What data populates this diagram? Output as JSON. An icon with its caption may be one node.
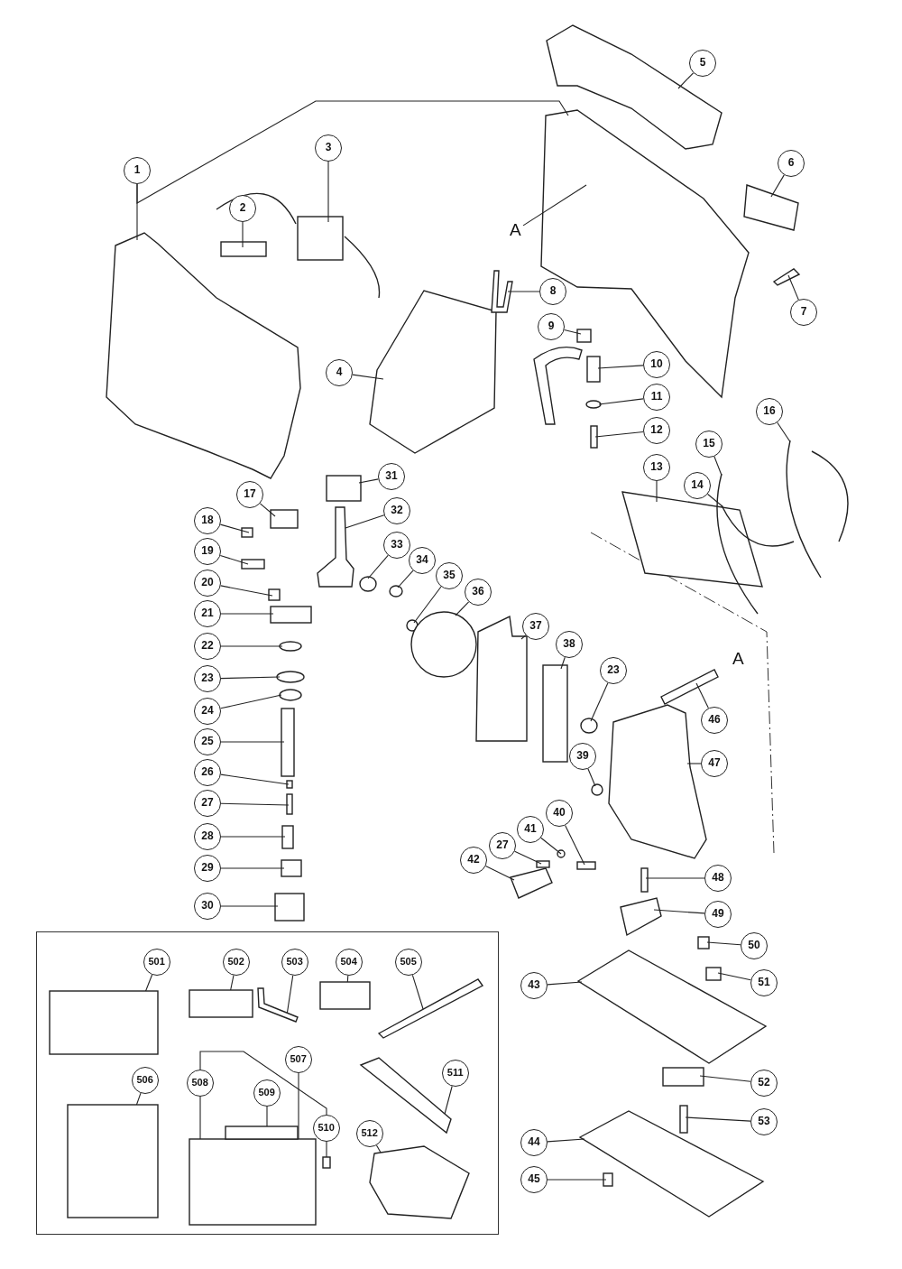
{
  "diagram": {
    "nodes": [
      {
        "text": [
          "1"
        ]
      },
      {
        "text": [
          "2"
        ]
      },
      {
        "text": [
          "3"
        ]
      },
      {
        "text": [
          "4"
        ]
      },
      {
        "text": [
          "5"
        ]
      },
      {
        "text": [
          "6"
        ]
      },
      {
        "text": [
          "A"
        ]
      },
      {
        "text": [
          "7"
        ]
      },
      {
        "text": [
          "8"
        ]
      },
      {
        "text": [
          "9"
        ]
      },
      {
        "text": [
          "10"
        ]
      },
      {
        "text": [
          "11"
        ]
      },
      {
        "text": [
          "12"
        ]
      },
      {
        "text": [
          "16"
        ]
      },
      {
        "text": [
          "15"
        ]
      },
      {
        "text": [
          "14"
        ]
      },
      {
        "text": [
          "13"
        ]
      },
      {
        "text": [
          "31"
        ]
      },
      {
        "text": [
          "17"
        ]
      },
      {
        "text": [
          "18"
        ]
      },
      {
        "text": [
          "32"
        ]
      },
      {
        "text": [
          "19"
        ]
      },
      {
        "text": [
          "33"
        ]
      },
      {
        "text": [
          "20"
        ]
      },
      {
        "text": [
          "34"
        ]
      },
      {
        "text": [
          "21"
        ]
      },
      {
        "text": [
          "35"
        ]
      },
      {
        "text": [
          "36"
        ]
      },
      {
        "text": [
          "22"
        ]
      },
      {
        "text": [
          "37"
        ]
      },
      {
        "text": [
          "38"
        ]
      },
      {
        "text": [
          "23"
        ]
      },
      {
        "text": [
          "23"
        ]
      },
      {
        "text": [
          "24"
        ]
      },
      {
        "text": [
          "46"
        ]
      },
      {
        "text": [
          "25"
        ]
      },
      {
        "text": [
          "39"
        ]
      },
      {
        "text": [
          "47"
        ]
      },
      {
        "text": [
          "26"
        ]
      },
      {
        "text": [
          "27"
        ]
      },
      {
        "text": [
          "40"
        ]
      },
      {
        "text": [
          "41"
        ]
      },
      {
        "text": [
          "27"
        ]
      },
      {
        "text": [
          "42"
        ]
      },
      {
        "text": [
          "28"
        ]
      },
      {
        "text": [
          "48"
        ]
      },
      {
        "text": [
          "29"
        ]
      },
      {
        "text": [
          "49"
        ]
      },
      {
        "text": [
          "30"
        ]
      },
      {
        "text": [
          "50"
        ]
      },
      {
        "text": [],
        "shape": "box"
      },
      {
        "text": [
          "43"
        ]
      },
      {
        "text": [
          "51"
        ]
      },
      {
        "text": [
          "52"
        ]
      },
      {
        "text": [
          "53"
        ]
      },
      {
        "text": [
          "44"
        ]
      },
      {
        "text": [
          "45"
        ]
      },
      {
        "text": [
          "501"
        ],
        "in": 50
      },
      {
        "text": [
          "502"
        ],
        "in": 50
      },
      {
        "text": [
          "503"
        ],
        "in": 50
      },
      {
        "text": [
          "504"
        ],
        "in": 50
      },
      {
        "text": [
          "505"
        ],
        "in": 50
      },
      {
        "text": [
          "507"
        ],
        "in": 50
      },
      {
        "text": [
          "506"
        ],
        "in": 50
      },
      {
        "text": [
          "508"
        ],
        "in": 50
      },
      {
        "text": [
          "509"
        ],
        "in": 50
      },
      {
        "text": [
          "511"
        ],
        "in": 50
      },
      {
        "text": [
          "510"
        ],
        "in": 50
      },
      {
        "text": [
          "512"
        ],
        "in": 50
      },
      {
        "text": [],
        "shape": "picture"
      },
      {
        "text": [],
        "shape": "box"
      },
      {
        "text": [],
        "shape": "box"
      },
      {
        "text": [],
        "shape": "picture"
      },
      {
        "text": [],
        "shape": "picture"
      },
      {
        "text": [],
        "shape": "picture"
      },
      {
        "text": [],
        "shape": "picture"
      },
      {
        "text": [],
        "shape": "picture"
      },
      {
        "text": [],
        "shape": "picture"
      },
      {
        "text": [],
        "shape": "box"
      },
      {
        "text": [],
        "shape": "box"
      },
      {
        "text": [],
        "shape": "circle"
      },
      {
        "text": [],
        "shape": "box"
      },
      {
        "text": [],
        "shape": "picture"
      },
      {
        "text": [],
        "shape": "picture"
      },
      {
        "text": [],
        "shape": "picture"
      },
      {
        "text": [],
        "shape": "picture"
      },
      {
        "text": [],
        "shape": "box"
      },
      {
        "text": [],
        "shape": "box"
      },
      {
        "text": [],
        "shape": "box"
      },
      {
        "text": [],
        "shape": "picture"
      },
      {
        "text": [],
        "shape": "box"
      },
      {
        "text": [],
        "shape": "circle"
      },
      {
        "text": [],
        "shape": "box"
      },
      {
        "text": [],
        "shape": "circle"
      },
      {
        "text": [],
        "shape": "box"
      },
      {
        "text": [],
        "shape": "circle"
      },
      {
        "text": [],
        "shape": "circle"
      },
      {
        "text": [],
        "shape": "circle"
      },
      {
        "text": [],
        "shape": "picture"
      },
      {
        "text": [],
        "shape": "box"
      },
      {
        "text": [],
        "shape": "circle"
      },
      {
        "text": [],
        "shape": "circle"
      },
      {
        "text": [],
        "shape": "circle"
      },
      {
        "text": [],
        "shape": "picture"
      },
      {
        "text": [],
        "shape": "box"
      },
      {
        "text": [],
        "shape": "circle"
      },
      {
        "text": [],
        "shape": "picture"
      },
      {
        "text": [],
        "shape": "box"
      },
      {
        "text": [],
        "shape": "box"
      },
      {
        "text": [],
        "shape": "box"
      },
      {
        "text": [],
        "shape": "circle"
      },
      {
        "text": [],
        "shape": "box"
      },
      {
        "text": [],
        "shape": "picture"
      },
      {
        "text": [],
        "shape": "box"
      },
      {
        "text": [],
        "shape": "box"
      },
      {
        "text": [],
        "shape": "box"
      },
      {
        "text": [],
        "shape": "picture"
      },
      {
        "text": [],
        "shape": "box"
      },
      {
        "text": [],
        "shape": "box"
      },
      {
        "text": [],
        "shape": "picture"
      },
      {
        "text": [],
        "shape": "box"
      },
      {
        "text": [],
        "shape": "box"
      },
      {
        "text": [],
        "shape": "box"
      },
      {
        "text": [],
        "shape": "picture"
      },
      {
        "text": [],
        "shape": "box"
      },
      {
        "text": [],
        "shape": "box",
        "in": 50
      },
      {
        "text": [],
        "shape": "box",
        "in": 50
      },
      {
        "text": [],
        "shape": "picture",
        "in": 50
      },
      {
        "text": [],
        "shape": "box",
        "in": 50
      },
      {
        "text": [],
        "shape": "picture",
        "in": 50
      },
      {
        "text": [],
        "shape": "box",
        "in": 50
      },
      {
        "text": [],
        "shape": "box",
        "in": 50
      },
      {
        "text": [],
        "shape": "box",
        "in": 50
      },
      {
        "text": [],
        "shape": "picture",
        "in": 50
      },
      {
        "text": [],
        "shape": "box",
        "in": 50
      },
      {
        "text": [],
        "shape": "picture",
        "in": 50
      }
    ],
    "edges": [
      {
        "from": 0,
        "to": 69,
        "arrow": "none"
      },
      {
        "from": 1,
        "to": 70,
        "arrow": "none"
      },
      {
        "from": 2,
        "to": 71,
        "arrow": "none"
      },
      {
        "from": 3,
        "to": 72,
        "arrow": "none"
      },
      {
        "from": 4,
        "to": 73,
        "arrow": "none"
      },
      {
        "from": 5,
        "to": 74,
        "arrow": "none"
      },
      {
        "from": 6,
        "to": 75,
        "arrow": "none"
      },
      {
        "from": 7,
        "to": 76,
        "arrow": "none"
      },
      {
        "from": 8,
        "to": 77,
        "arrow": "none"
      },
      {
        "from": 9,
        "to": 78,
        "arrow": "none"
      },
      {
        "from": 10,
        "to": 79,
        "arrow": "none"
      },
      {
        "from": 11,
        "to": 80,
        "arrow": "none"
      },
      {
        "from": 12,
        "to": 81,
        "arrow": "none"
      },
      {
        "from": 13,
        "to": 85,
        "arrow": "none"
      },
      {
        "from": 14,
        "to": 84,
        "arrow": "none"
      },
      {
        "from": 15,
        "to": 83,
        "arrow": "none"
      },
      {
        "from": 16,
        "to": 82,
        "arrow": "none"
      },
      {
        "from": 17,
        "to": 86,
        "arrow": "none"
      },
      {
        "from": 18,
        "to": 87,
        "arrow": "none"
      },
      {
        "from": 19,
        "to": 88,
        "arrow": "none"
      },
      {
        "from": 20,
        "to": 89,
        "arrow": "none"
      },
      {
        "from": 21,
        "to": 90,
        "arrow": "none"
      },
      {
        "from": 22,
        "to": 91,
        "arrow": "none"
      },
      {
        "from": 23,
        "to": 92,
        "arrow": "none"
      },
      {
        "from": 24,
        "to": 93,
        "arrow": "none"
      },
      {
        "from": 25,
        "to": 94,
        "arrow": "none"
      },
      {
        "from": 26,
        "to": 95,
        "arrow": "none"
      },
      {
        "from": 27,
        "to": 96,
        "arrow": "none"
      },
      {
        "from": 28,
        "to": 97,
        "arrow": "none"
      },
      {
        "from": 29,
        "to": 98,
        "arrow": "none"
      },
      {
        "from": 30,
        "to": 99,
        "arrow": "none"
      },
      {
        "from": 31,
        "to": 100,
        "arrow": "none"
      },
      {
        "from": 32,
        "to": 101,
        "arrow": "none"
      },
      {
        "from": 33,
        "to": 102,
        "arrow": "none"
      },
      {
        "from": 34,
        "to": 103,
        "arrow": "none"
      },
      {
        "from": 35,
        "to": 104,
        "arrow": "none"
      },
      {
        "from": 36,
        "to": 105,
        "arrow": "none"
      },
      {
        "from": 37,
        "to": 106,
        "arrow": "none"
      },
      {
        "from": 38,
        "to": 107,
        "arrow": "none"
      },
      {
        "from": 39,
        "to": 108,
        "arrow": "none"
      },
      {
        "from": 40,
        "to": 109,
        "arrow": "none"
      },
      {
        "from": 41,
        "to": 110,
        "arrow": "none"
      },
      {
        "from": 42,
        "to": 111,
        "arrow": "none"
      },
      {
        "from": 43,
        "to": 112,
        "arrow": "none"
      },
      {
        "from": 44,
        "to": 113,
        "arrow": "none"
      },
      {
        "from": 45,
        "to": 114,
        "arrow": "none"
      },
      {
        "from": 46,
        "to": 115,
        "arrow": "none"
      },
      {
        "from": 47,
        "to": 116,
        "arrow": "none"
      },
      {
        "from": 48,
        "to": 117,
        "arrow": "none"
      },
      {
        "from": 49,
        "to": 118,
        "arrow": "none"
      },
      {
        "from": 51,
        "to": 119,
        "arrow": "none"
      },
      {
        "from": 52,
        "to": 120,
        "arrow": "none"
      },
      {
        "from": 53,
        "to": 121,
        "arrow": "none"
      },
      {
        "from": 54,
        "to": 122,
        "arrow": "none"
      },
      {
        "from": 55,
        "to": 123,
        "arrow": "none"
      },
      {
        "from": 56,
        "to": 124,
        "arrow": "none"
      },
      {
        "from": 57,
        "to": 125,
        "arrow": "none"
      },
      {
        "from": 58,
        "to": 126,
        "arrow": "none"
      },
      {
        "from": 59,
        "to": 127,
        "arrow": "none"
      },
      {
        "from": 60,
        "to": 128,
        "arrow": "none"
      },
      {
        "from": 61,
        "to": 129,
        "arrow": "none"
      },
      {
        "from": 62,
        "to": 130,
        "arrow": "none"
      },
      {
        "from": 63,
        "to": 131,
        "arrow": "none"
      },
      {
        "from": 64,
        "to": 130,
        "arrow": "none"
      },
      {
        "from": 65,
        "to": 132,
        "arrow": "none"
      },
      {
        "from": 66,
        "to": 133,
        "arrow": "none"
      },
      {
        "from": 67,
        "to": 134,
        "arrow": "none"
      },
      {
        "from": 68,
        "to": 135,
        "arrow": "none"
      },
      {
        "from": 0,
        "to": 75,
        "arrow": "none"
      },
      {
        "from": 64,
        "to": 67,
        "arrow": "none"
      }
    ],
    "labels": [
      "A"
    ]
  }
}
